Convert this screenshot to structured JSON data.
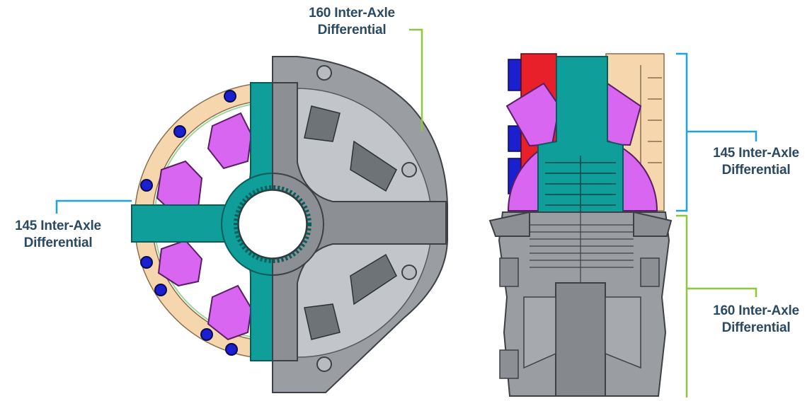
{
  "labels": {
    "top_center": {
      "line1": "160 Inter-Axle",
      "line2": "Differential"
    },
    "left": {
      "line1": "145 Inter-Axle",
      "line2": "Differential"
    },
    "right_top": {
      "line1": "145 Inter-Axle",
      "line2": "Differential"
    },
    "right_bottom": {
      "line1": "160 Inter-Axle",
      "line2": "Differential"
    }
  },
  "colors": {
    "label_text": "#2b4a62",
    "leader_160": "#8dc63f",
    "leader_145": "#1fa3dc",
    "housing_gray": "#9a9ea3",
    "housing_gray_dark": "#6e7378",
    "spider_teal": "#0f9e9a",
    "pinion_violet": "#d966f0",
    "ring_beige": "#f6d6ad",
    "bolt_blue": "#1a1fcf",
    "cap_red": "#e8202a"
  }
}
